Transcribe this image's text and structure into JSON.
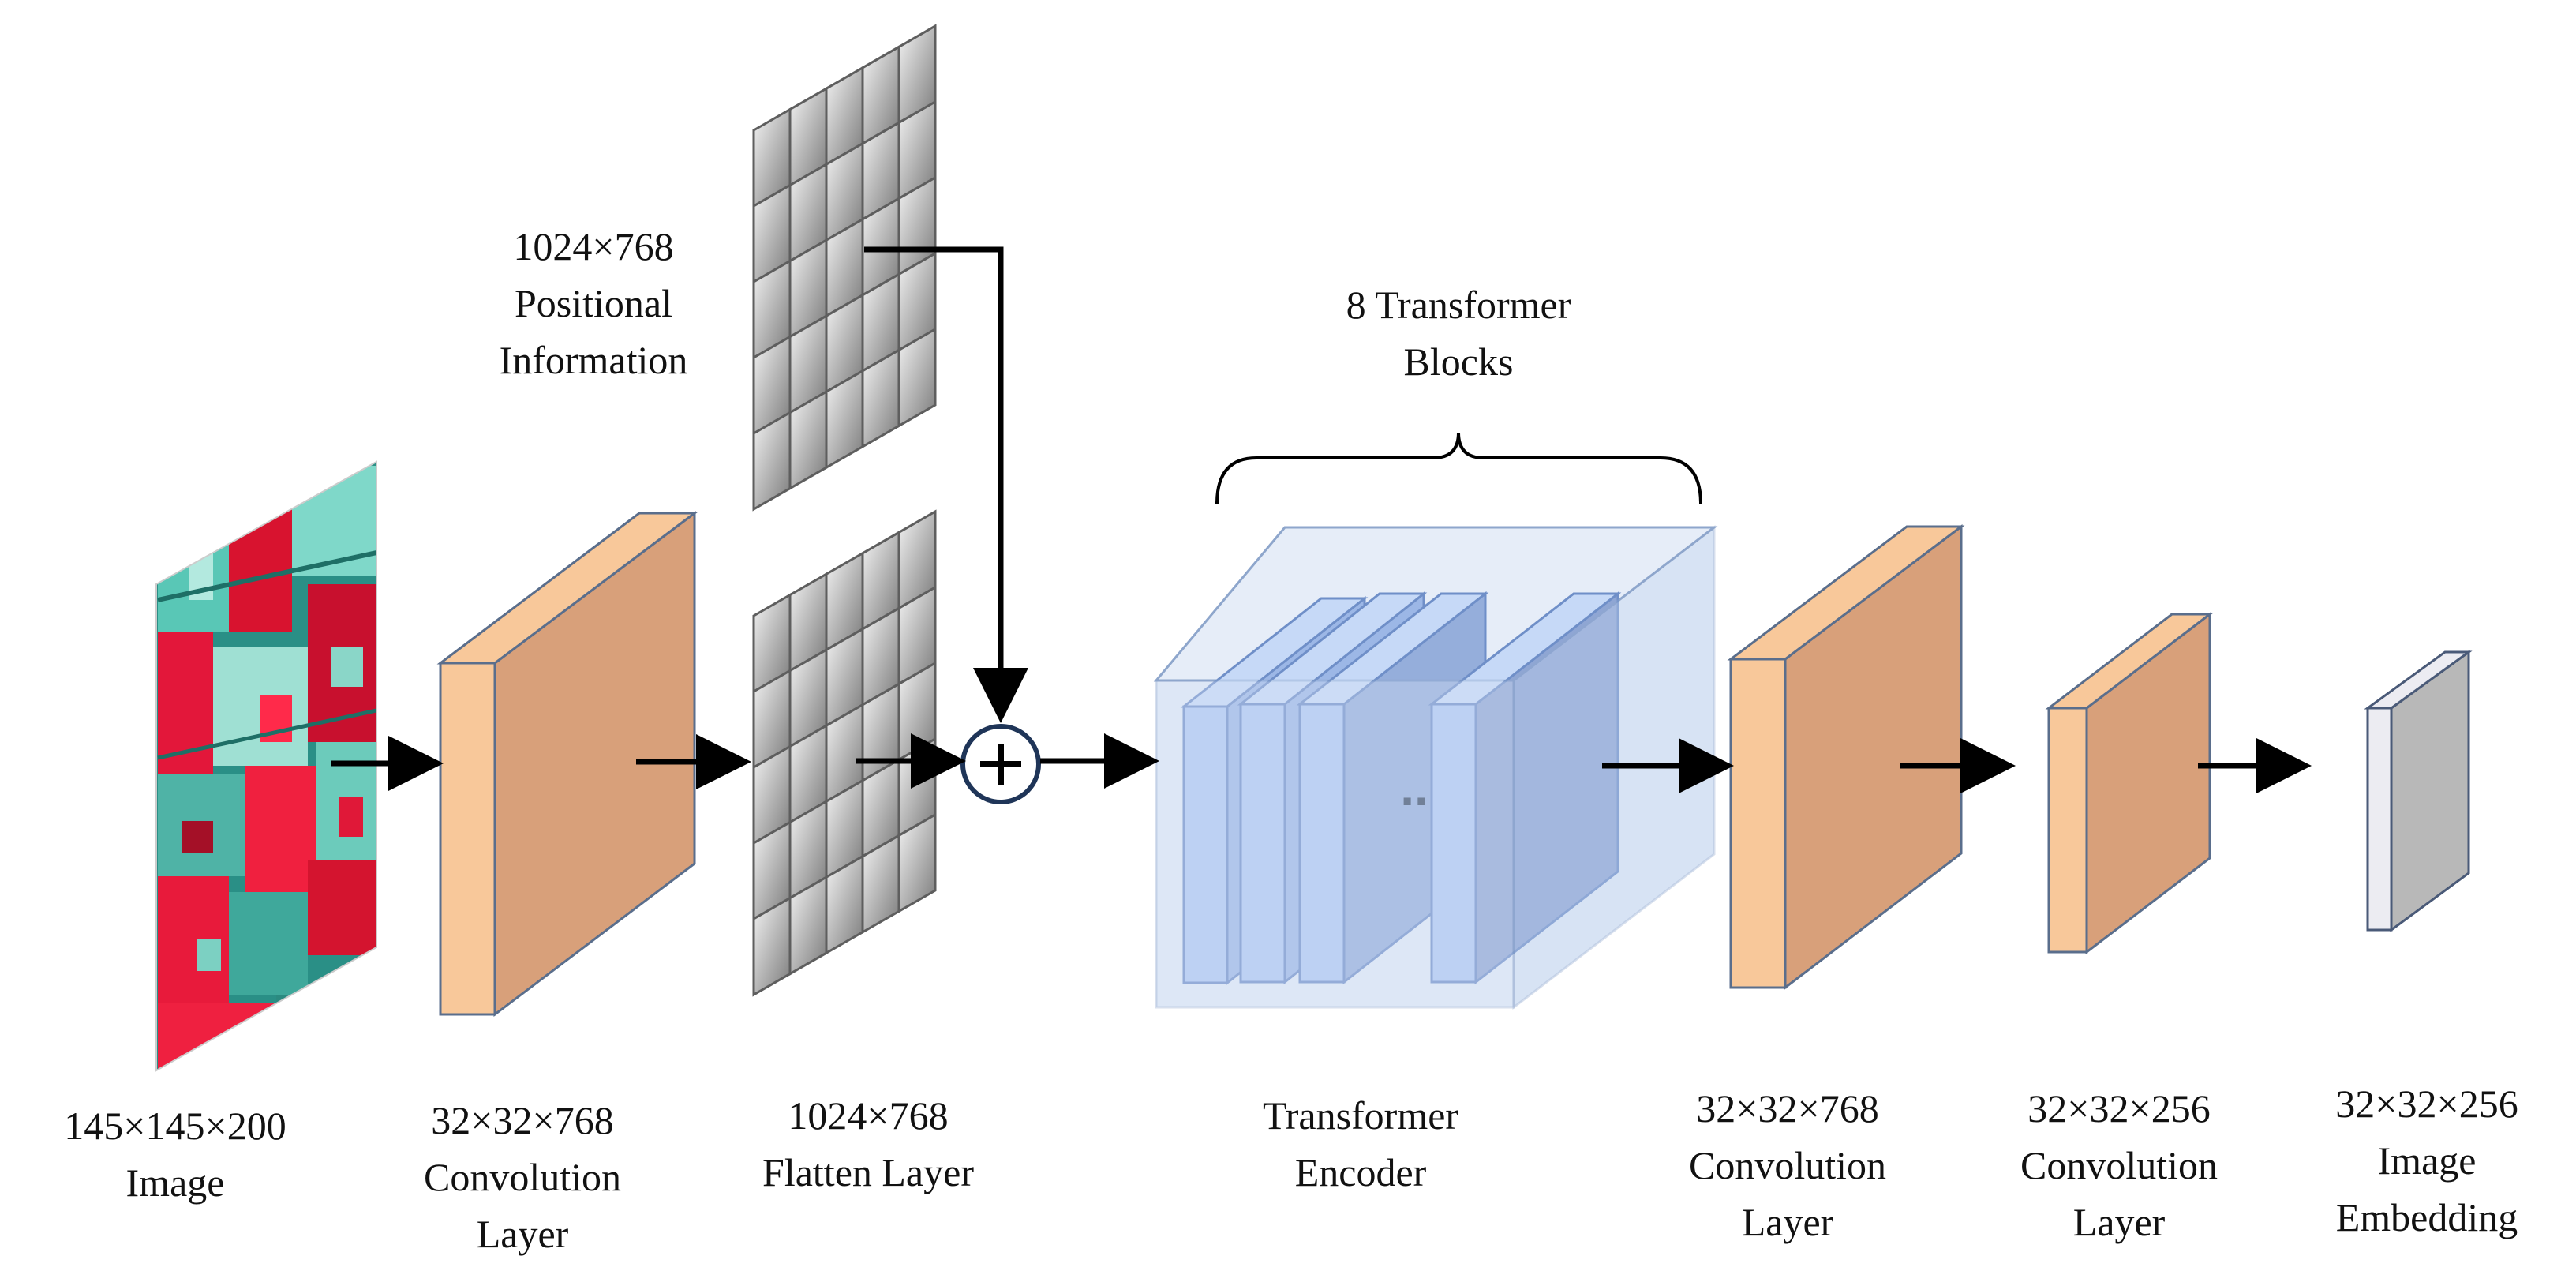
{
  "colors": {
    "face_orange": "#d8a07a",
    "front_orange": "#f8c89a",
    "edge_orange": "#5a6e8c",
    "blue_face": "#aec8f2",
    "blue_edge": "#6f8fc8",
    "encoder_box": "#dde7f6",
    "grid_gray": "#8a8a8a",
    "embed_side": "#b8b8b8",
    "embed_front": "#ececf2",
    "arrow": "#000000",
    "plus_circle": "#1f3558"
  },
  "icons": {
    "plus": "plus-circle-icon",
    "ellipsis": "ellipsis-icon"
  },
  "labels": {
    "input": {
      "dims": "145×145×200",
      "name": "Image"
    },
    "conv1": {
      "dims": "32×32×768",
      "line1": "Convolution",
      "line2": "Layer"
    },
    "pos": {
      "dims": "1024×768",
      "line1": "Positional",
      "line2": "Information"
    },
    "flatten": {
      "dims": "1024×768",
      "name": "Flatten Layer"
    },
    "blocks": {
      "line1": "8 Transformer",
      "line2": "Blocks"
    },
    "encoder": {
      "line1": "Transformer",
      "line2": "Encoder"
    },
    "conv2": {
      "dims": "32×32×768",
      "line1": "Convolution",
      "line2": "Layer"
    },
    "conv3": {
      "dims": "32×32×256",
      "line1": "Convolution",
      "line2": "Layer"
    },
    "embed": {
      "dims": "32×32×256",
      "line1": "Image",
      "line2": "Embedding"
    }
  },
  "ellipsis_text": ".."
}
